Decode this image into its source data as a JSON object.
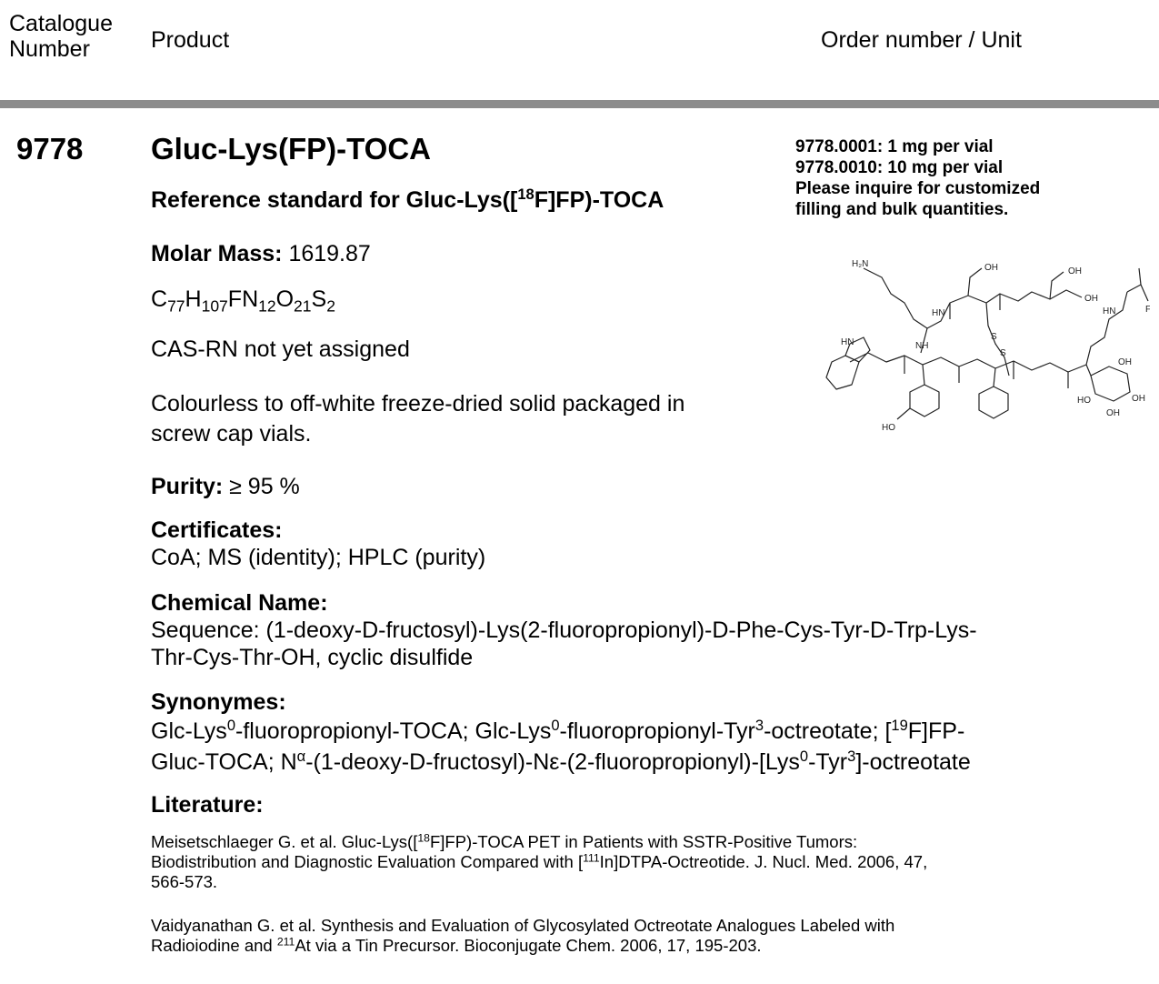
{
  "header": {
    "catalogue_line1": "Catalogue",
    "catalogue_line2": "Number",
    "product": "Product",
    "order": "Order number / Unit"
  },
  "product": {
    "catalogue_number": "9778",
    "name": "Gluc-Lys(FP)-TOCA",
    "subtitle_pre": "Reference standard for Gluc-Lys([",
    "subtitle_sup": "18",
    "subtitle_post": "F]FP)-TOCA",
    "molar_mass_label": "Molar Mass:",
    "molar_mass_value": "1619.87",
    "formula": [
      {
        "t": "C",
        "s": "77"
      },
      {
        "t": "H",
        "s": "107"
      },
      {
        "t": "FN",
        "s": "12"
      },
      {
        "t": "O",
        "s": "21"
      },
      {
        "t": "S",
        "s": "2"
      }
    ],
    "cas": "CAS-RN not yet assigned",
    "description_line1": "Colourless to off-white freeze-dried solid packaged in",
    "description_line2": "screw cap vials.",
    "purity_label": "Purity:",
    "purity_value": "≥ 95 %",
    "certificates_label": "Certificates:",
    "certificates_value": "CoA; MS (identity); HPLC (purity)",
    "chemical_name_label": "Chemical Name:",
    "chemical_name_line1": "Sequence: (1-deoxy-D-fructosyl)-Lys(2-fluoropropionyl)-D-Phe-Cys-Tyr-D-Trp-Lys-",
    "chemical_name_line2": "Thr-Cys-Thr-OH, cyclic disulfide",
    "synonyms_label": "Synonymes:",
    "syn_a": "Glc-Lys",
    "syn_a_sup": "0",
    "syn_b": "-fluoropropionyl-TOCA; Glc-Lys",
    "syn_b_sup": "0",
    "syn_c": "-fluoropropionyl-Tyr",
    "syn_c_sup": "3",
    "syn_d": "-octreotate; [",
    "syn_d_sup": "19",
    "syn_e": "F]FP-",
    "syn_f": "Gluc-TOCA; N",
    "syn_f_sup": "α",
    "syn_g": "-(1-deoxy-D-fructosyl)-Nε-(2-fluoropropionyl)-[Lys",
    "syn_g_sup": "0",
    "syn_h": "-Tyr",
    "syn_h_sup": "3",
    "syn_i": "]-octreotate",
    "literature_label": "Literature:",
    "lit1_a": "Meisetschlaeger G. et al. Gluc-Lys([",
    "lit1_a_sup": "18",
    "lit1_b": "F]FP)-TOCA PET in Patients with SSTR-Positive Tumors:",
    "lit1_c": "Biodistribution and Diagnostic Evaluation Compared with [",
    "lit1_c_sup": "111",
    "lit1_d": "In]DTPA-Octreotide. J. Nucl. Med. 2006, 47,",
    "lit1_e": "566-573.",
    "lit2_a": "Vaidyanathan G. et al. Synthesis and Evaluation of Glycosylated Octreotate Analogues Labeled with",
    "lit2_b": "Radioiodine and ",
    "lit2_b_sup": "211",
    "lit2_c": "At via a Tin Precursor. Bioconjugate Chem. 2006, 17, 195-203."
  },
  "ordering": {
    "line1": "9778.0001: 1 mg per vial",
    "line2": "9778.0010: 10 mg per vial",
    "line3": "Please inquire for customized",
    "line4": "filling and bulk quantities."
  },
  "structure": {
    "h2n": "H₂N",
    "oh1": "OH",
    "oh2": "OH",
    "oh3": "OH",
    "hn1": "HN",
    "hn2": "HN",
    "hn3": "HN",
    "nh": "NH",
    "f": "F",
    "s1": "S",
    "s2": "S",
    "ho1": "HO",
    "ho2": "HO",
    "oh4": "OH",
    "oh5": "OH",
    "oh6": "OH"
  }
}
